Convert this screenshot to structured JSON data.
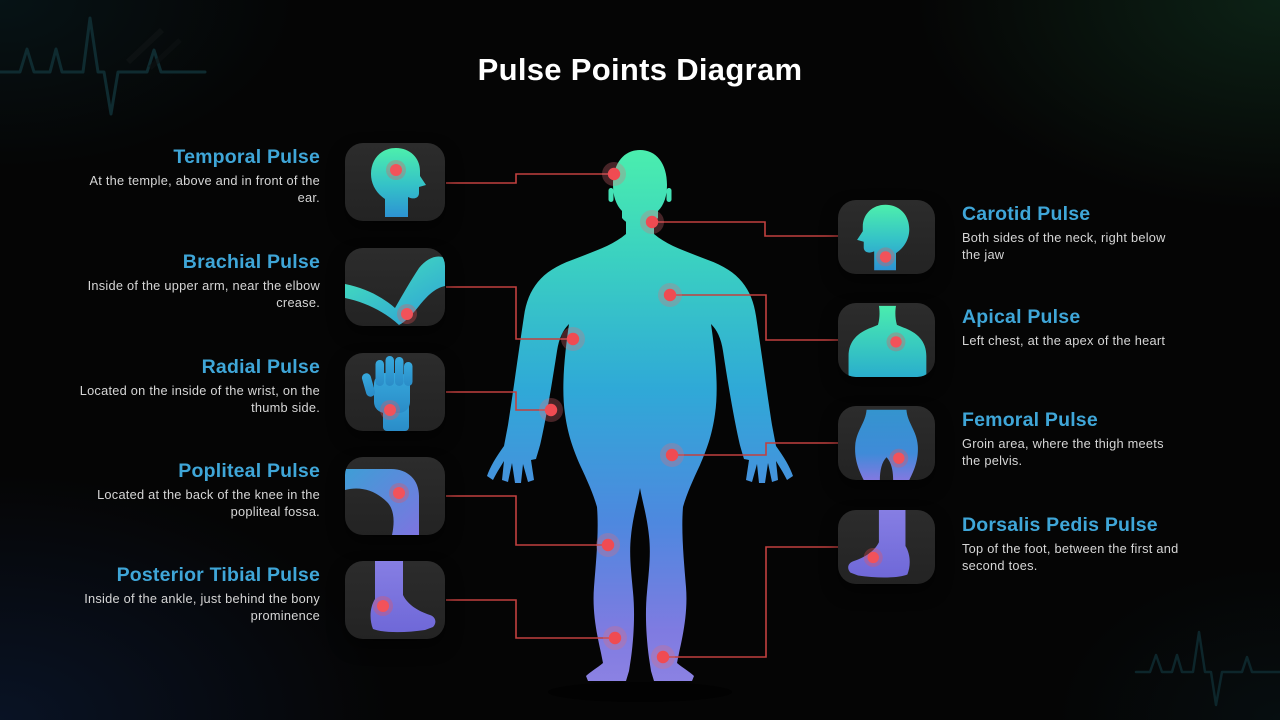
{
  "slide": {
    "title": "Pulse Points Diagram"
  },
  "left_items": [
    {
      "title": "Temporal Pulse",
      "description": "At the temple, above and in front of the ear.",
      "icon": "head-profile-right-icon"
    },
    {
      "title": "Brachial Pulse",
      "description": "Inside of the upper arm, near the elbow crease.",
      "icon": "bent-elbow-icon"
    },
    {
      "title": "Radial Pulse",
      "description": "Located on the inside of the wrist, on the thumb side.",
      "icon": "hand-palm-icon"
    },
    {
      "title": "Popliteal Pulse",
      "description": "Located at the back of the knee in the popliteal fossa.",
      "icon": "bent-knee-icon"
    },
    {
      "title": "Posterior Tibial Pulse",
      "description": "Inside of the ankle, just behind the bony prominence",
      "icon": "foot-side-right-icon"
    }
  ],
  "right_items": [
    {
      "title": "Carotid Pulse",
      "description": "Both sides of the neck, right below the jaw",
      "icon": "head-profile-left-icon"
    },
    {
      "title": "Apical Pulse",
      "description": "Left chest, at the apex of the heart",
      "icon": "torso-chest-icon"
    },
    {
      "title": "Femoral Pulse",
      "description": "Groin area, where the thigh meets the pelvis.",
      "icon": "pelvis-hips-icon"
    },
    {
      "title": "Dorsalis Pedis Pulse",
      "description": "Top of the foot, between the first and second toes.",
      "icon": "foot-side-left-icon"
    }
  ],
  "figure": {
    "pulse_points": [
      "temporal",
      "carotid",
      "apical",
      "brachial",
      "radial",
      "femoral",
      "popliteal",
      "posterior-tibial",
      "dorsalis-pedis"
    ]
  },
  "colors": {
    "accent_heading": "#3fa6d8",
    "connector_red": "#c2403f",
    "pulse_dot": "#f04b52",
    "body_gradient_top": "#4befad",
    "body_gradient_mid": "#2fa9d7",
    "body_gradient_bottom": "#8c82e3",
    "tile_background": "#282828",
    "background": "#050505",
    "title_text": "#ffffff",
    "description_text": "#d6d6d6"
  }
}
